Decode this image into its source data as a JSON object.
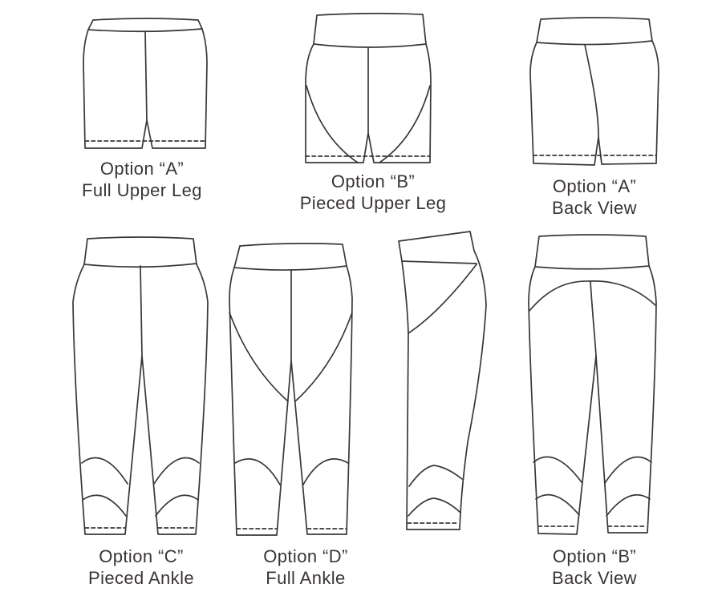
{
  "page": {
    "background_color": "#ffffff",
    "line_color": "#3b3639",
    "text_color": "#3a3438",
    "description": "Sewing pattern technical flat drawings of shorts and leggings options"
  },
  "figures": [
    {
      "name": "shorts-full-upper-leg-front",
      "caption": [
        "Option “A”",
        "Full Upper Leg"
      ]
    },
    {
      "name": "shorts-pieced-upper-leg-front",
      "caption": [
        "Option “B”",
        "Pieced Upper Leg"
      ]
    },
    {
      "name": "shorts-back-view",
      "caption": [
        "Option “A”",
        "Back View"
      ]
    },
    {
      "name": "leggings-pieced-ankle-front",
      "caption": [
        "Option “C”",
        "Pieced Ankle"
      ]
    },
    {
      "name": "leggings-full-ankle-front",
      "caption": [
        "Option “D”",
        "Full Ankle"
      ]
    },
    {
      "name": "leggings-side-view",
      "caption": [
        "",
        ""
      ]
    },
    {
      "name": "leggings-back-view",
      "caption": [
        "Option “B”",
        "Back View"
      ]
    }
  ]
}
